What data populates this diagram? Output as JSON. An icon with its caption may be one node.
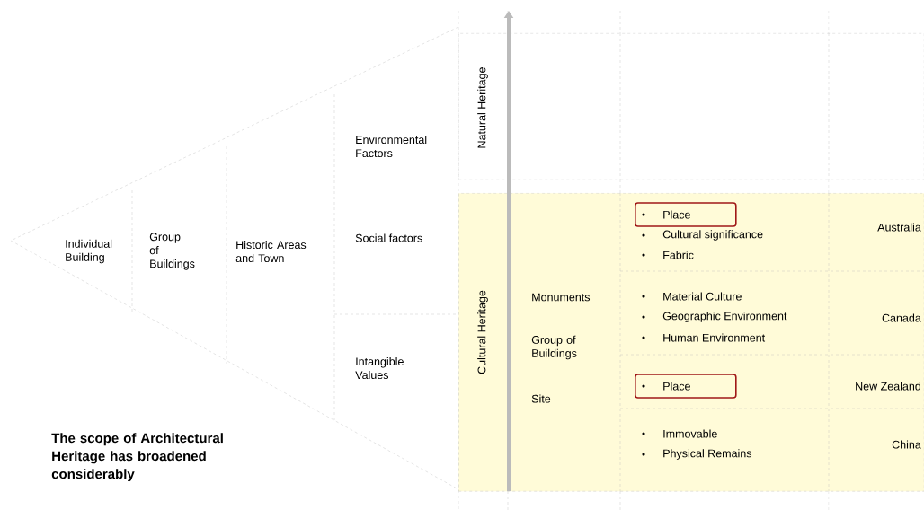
{
  "diagram": {
    "caption": "The scope of Architectural Heritage has broadened considerably",
    "nodes": [
      {
        "text": [
          "Natural Heritage"
        ]
      },
      {
        "text": [
          "Cultural Heritage"
        ]
      },
      {
        "text": [
          "Place"
        ],
        "in": 1
      },
      {
        "text": [
          "Place"
        ],
        "in": 1
      }
    ],
    "labels": [
      "Individual Building",
      "Group of Buildings",
      "Historic Areas and Town",
      "Environmental Factors",
      "Social factors",
      "Intangible Values",
      "Monuments",
      "Group of Buildings",
      "Site",
      "Cultural significance",
      "Fabric",
      "Australia",
      "Material Culture",
      "Geographic Environment",
      "Human Environment",
      "Canada",
      "New Zealand",
      "Immovable",
      "Physical Remains",
      "China"
    ]
  }
}
